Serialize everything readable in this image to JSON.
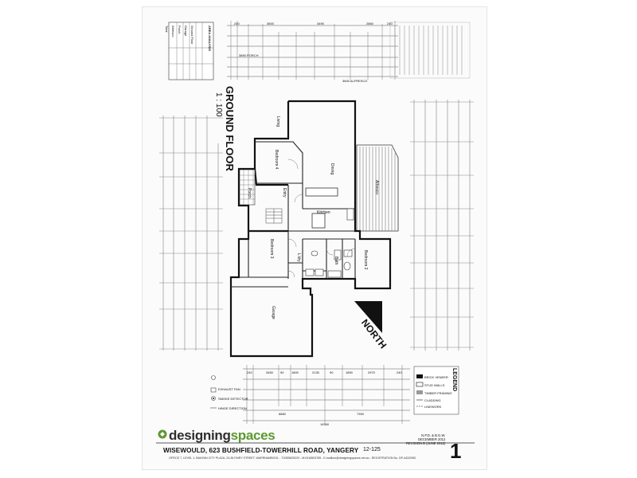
{
  "plan": {
    "floor_title": "GROUND FLOOR",
    "scale": "1 : 100",
    "north": "NORTH"
  },
  "rooms": {
    "living": "Living",
    "dining": "Dining",
    "kitchen": "Kitchen",
    "bedroom4": "Bedroom 4",
    "bedroom3": "Bedroom 3",
    "bedroom2": "Bedroom 2",
    "entry": "Entry",
    "porch": "Porch",
    "bath": "Bath",
    "laundry": "L'dry",
    "garage": "Garage",
    "alfresco": "Alfresco"
  },
  "dims": {
    "top": [
      "240",
      "3600",
      "3490",
      "2860",
      "240"
    ],
    "bottom": [
      "240",
      "3450",
      "90",
      "1800",
      "2130",
      "90",
      "1890",
      "2970",
      "240"
    ],
    "bottom_totals": [
      "6860",
      "7390"
    ],
    "overall": "14560"
  },
  "area_table": {
    "heading": "AREA ANALYSIS",
    "rows": [
      "Ground Floor",
      "Garage",
      "Porch",
      "Alfresco",
      "Total"
    ]
  },
  "legend": {
    "heading": "LEGEND",
    "items": [
      "BRICK VENEER",
      "STUD WALLS",
      "TIMBER FRAMING",
      "CLADDING",
      "LINEWORK"
    ]
  },
  "labels": {
    "porch_dim": "3890 PORCH",
    "alfresco_dim": "3600 ALFRESCO",
    "exhaust_fan": "EXHAUST FAN",
    "smoke_detector": "SMOKE DETECTOR",
    "hinge_direction": "HINGE DIRECTION"
  },
  "title_block": {
    "brand_a": "designing",
    "brand_b": "spaces",
    "address": "WISEWOULD, 623 BUSHFIELD-TOWERHILL ROAD, YANGERY",
    "job_no": "12-125",
    "office": "OFFICE 7, LEVEL 1, BANYAN CITY PLAZA, 24-36 FAIRY STREET, WARRNAMBOOL - T:0355625229 - M:0418503785 - E:mailbox@designingspaces.net.au - REGISTRATION No. DP-AD32950",
    "drawn_by": "N.P.D. & B.G.W.",
    "date": "DECEMBER 2012",
    "revision": "REVISION B (JUNE 2012)",
    "sheet_no": "1"
  }
}
